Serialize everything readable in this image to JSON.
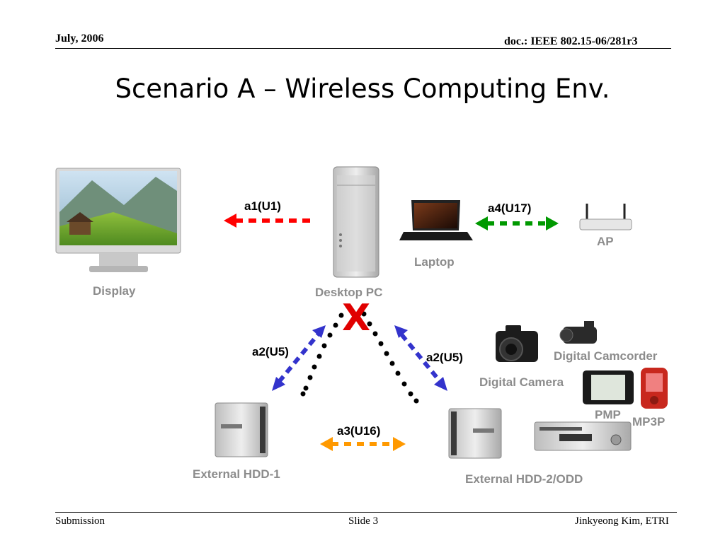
{
  "header": {
    "date": "July, 2006",
    "doc": "doc.: IEEE 802.15-06/281r3"
  },
  "title": "Scenario A – Wireless Computing Env.",
  "devices": {
    "display": "Display",
    "desktop": "Desktop PC",
    "laptop": "Laptop",
    "ap": "AP",
    "hdd1": "External HDD-1",
    "hdd2": "External HDD-2/ODD",
    "camera": "Digital Camera",
    "camcorder": "Digital Camcorder",
    "pmp": "PMP",
    "mp3p": "MP3P"
  },
  "links": {
    "a1": {
      "label": "a1(U1)",
      "color": "#ff0000"
    },
    "a4": {
      "label": "a4(U17)",
      "color": "#009900"
    },
    "a2_left": {
      "label": "a2(U5)",
      "color": "#3333cc"
    },
    "a2_right": {
      "label": "a2(U5)",
      "color": "#3333cc"
    },
    "a3": {
      "label": "a3(U16)",
      "color": "#ff9900"
    }
  },
  "blocked_mark": "X",
  "footer": {
    "left": "Submission",
    "center": "Slide 3",
    "right": "Jinkyeong Kim, ETRI"
  }
}
